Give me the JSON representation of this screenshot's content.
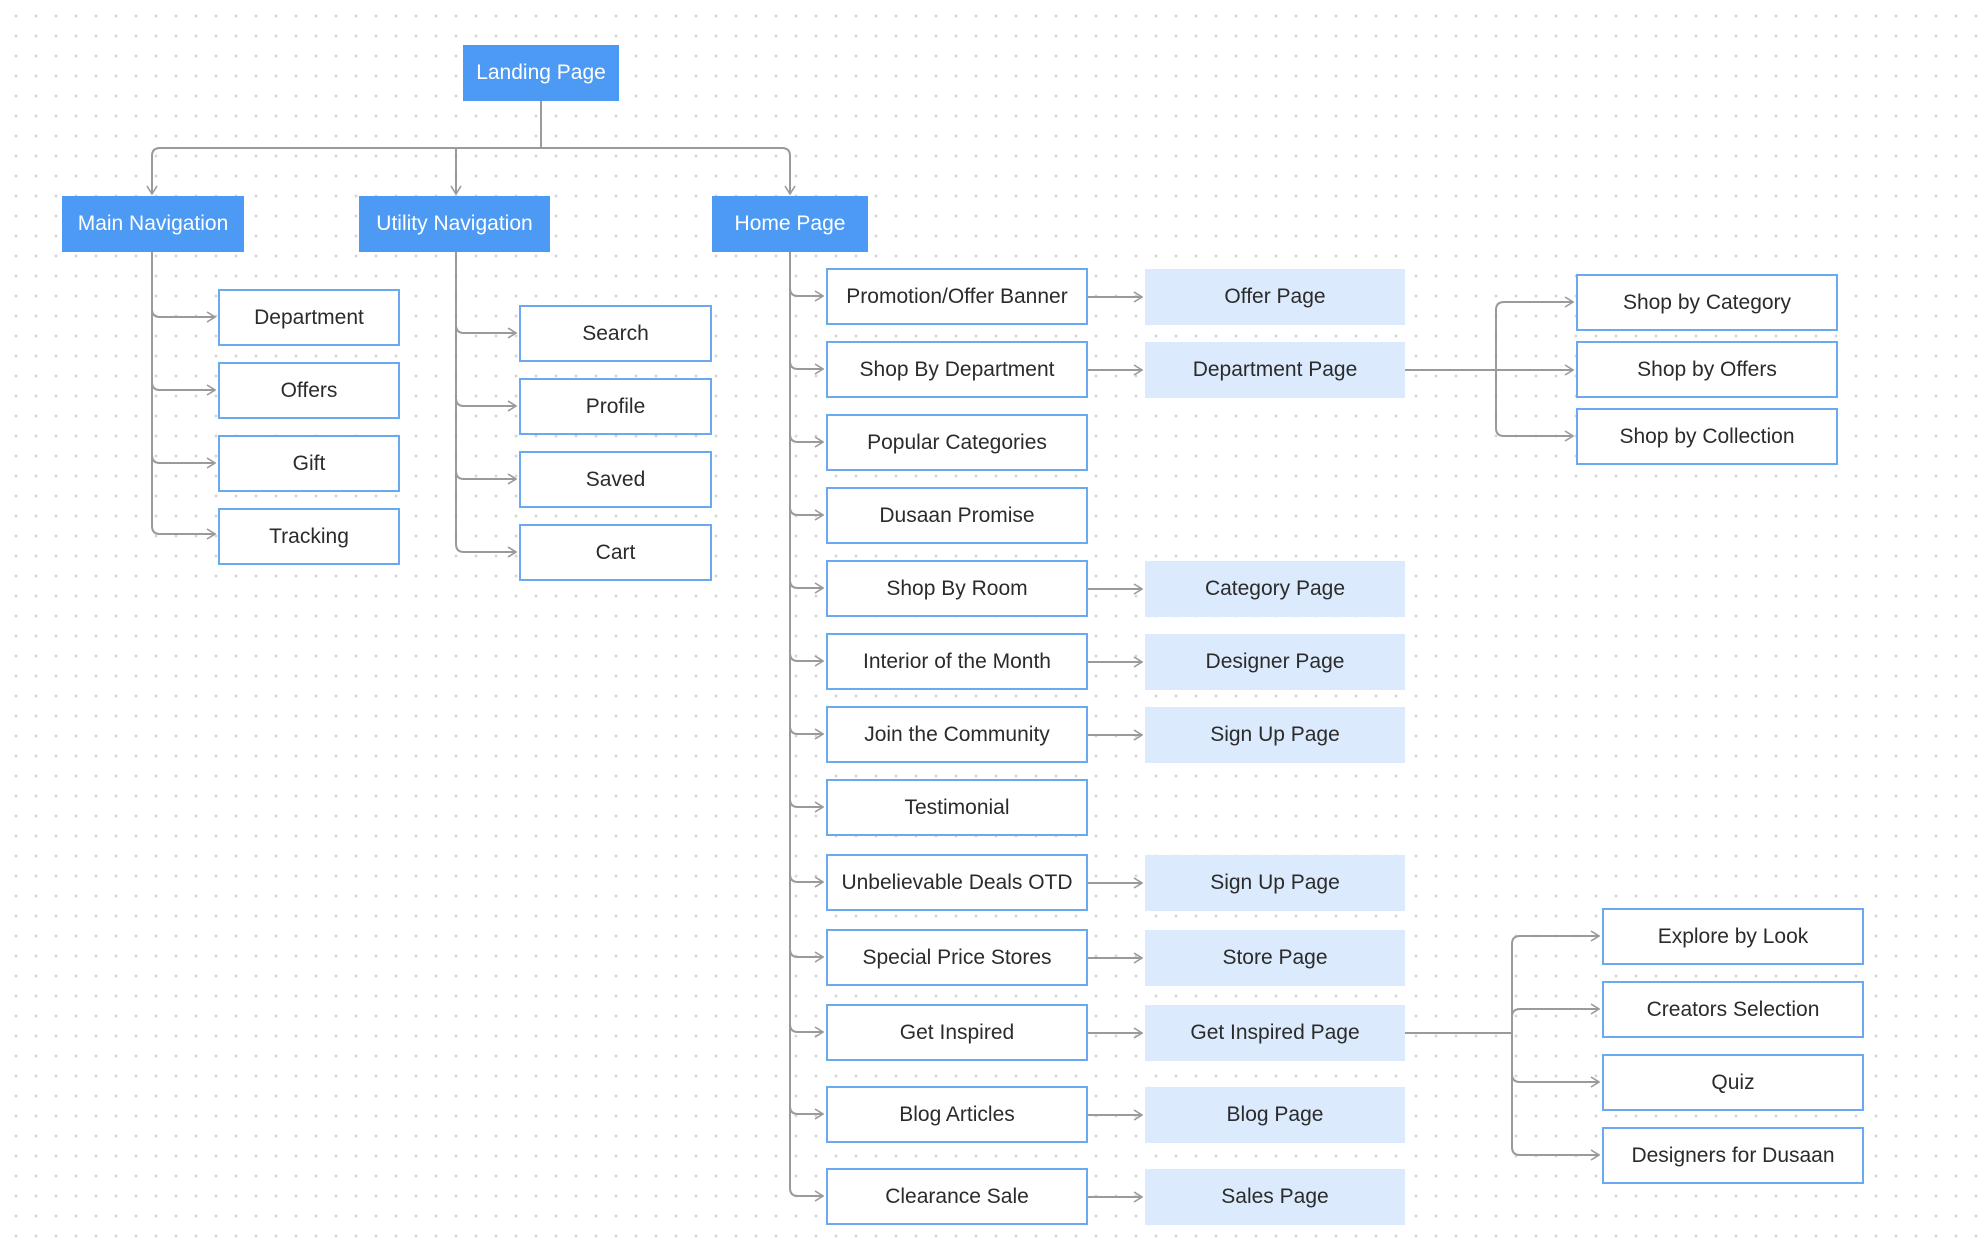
{
  "colors": {
    "primary_node": "#4d9af5",
    "outline_border": "#6ba8f2",
    "page_fill": "#dbeafc",
    "connector": "#9a9a9a"
  },
  "landing_page": "Landing Page",
  "main_navigation": {
    "title": "Main Navigation",
    "items": [
      "Department",
      "Offers",
      "Gift",
      "Tracking"
    ]
  },
  "utility_navigation": {
    "title": "Utility Navigation",
    "items": [
      "Search",
      "Profile",
      "Saved",
      "Cart"
    ]
  },
  "home_page": {
    "title": "Home Page",
    "sections": [
      {
        "label": "Promotion/Offer Banner",
        "page": "Offer Page"
      },
      {
        "label": "Shop By Department",
        "page": "Department Page"
      },
      {
        "label": "Popular Categories",
        "page": null
      },
      {
        "label": "Dusaan Promise",
        "page": null
      },
      {
        "label": "Shop By Room",
        "page": "Category Page"
      },
      {
        "label": "Interior of the Month",
        "page": "Designer Page"
      },
      {
        "label": "Join the Community",
        "page": "Sign Up Page"
      },
      {
        "label": "Testimonial",
        "page": null
      },
      {
        "label": "Unbelievable Deals OTD",
        "page": "Sign Up Page"
      },
      {
        "label": "Special Price Stores",
        "page": "Store Page"
      },
      {
        "label": "Get Inspired",
        "page": "Get Inspired Page"
      },
      {
        "label": "Blog Articles",
        "page": "Blog Page"
      },
      {
        "label": "Clearance Sale",
        "page": "Sales Page"
      }
    ]
  },
  "department_page_children": [
    "Shop by Category",
    "Shop by Offers",
    "Shop by Collection"
  ],
  "get_inspired_page_children": [
    "Explore by Look",
    "Creators Selection",
    "Quiz",
    "Designers for Dusaan"
  ]
}
